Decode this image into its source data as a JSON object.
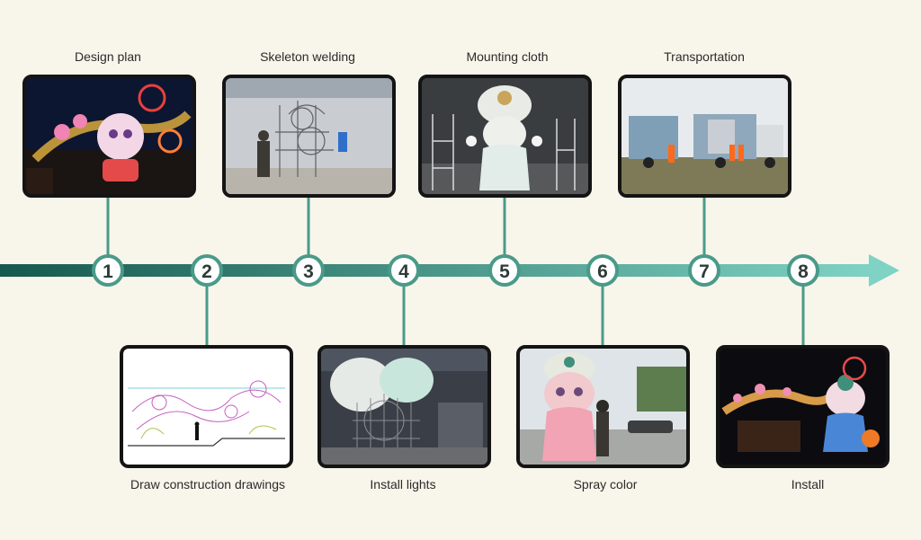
{
  "colors": {
    "background": "#f8f5ea",
    "axis_start": "#16594e",
    "axis_end": "#7fd3c4",
    "badge_ring": "#4a9a89",
    "badge_fill": "#ffffff",
    "badge_text": "#2f3b38",
    "frame": "#141414"
  },
  "steps": [
    {
      "number": "1",
      "label": "Design plan"
    },
    {
      "number": "2",
      "label": "Draw construction drawings"
    },
    {
      "number": "3",
      "label": "Skeleton welding"
    },
    {
      "number": "4",
      "label": "Install lights"
    },
    {
      "number": "5",
      "label": "Mounting cloth"
    },
    {
      "number": "6",
      "label": "Spray color"
    },
    {
      "number": "7",
      "label": "Transportation"
    },
    {
      "number": "8",
      "label": "Install"
    }
  ]
}
